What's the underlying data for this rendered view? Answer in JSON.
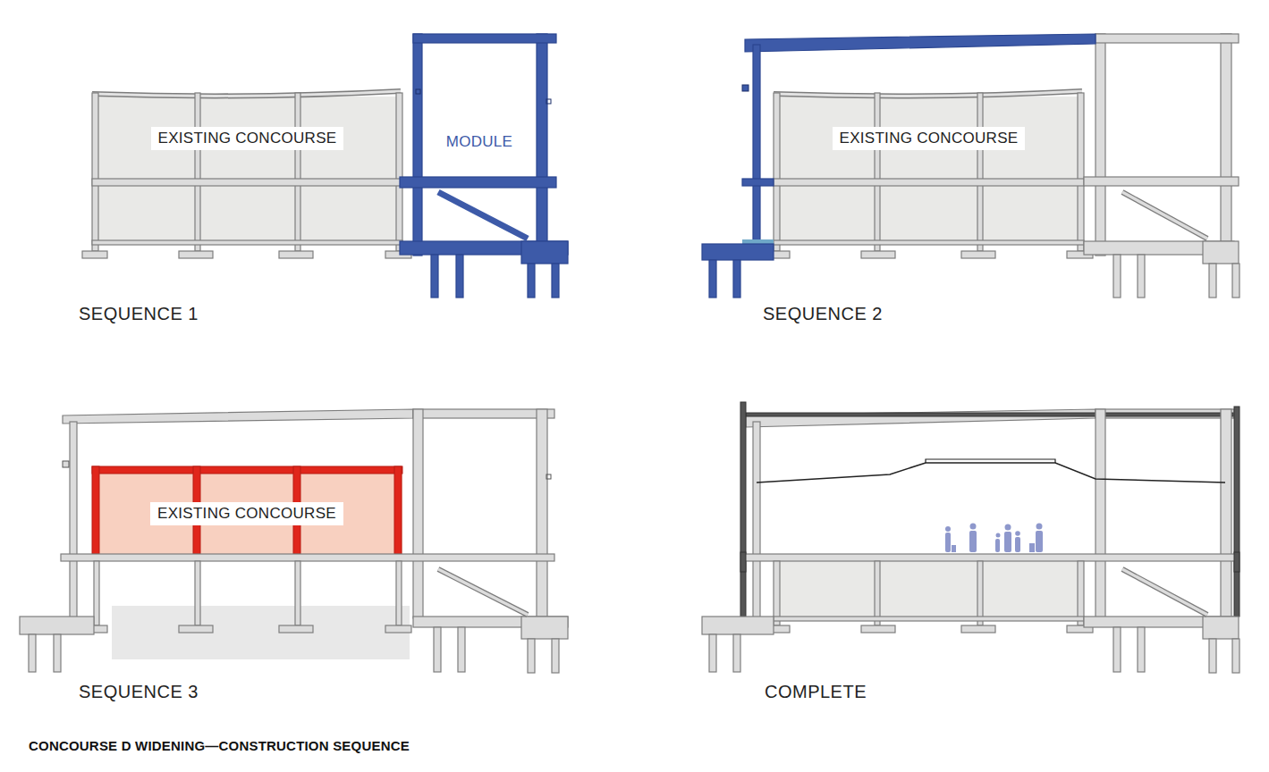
{
  "diagram": {
    "caption": "CONCOURSE D WIDENING—CONSTRUCTION SEQUENCE",
    "nodes": [
      {
        "text": [
          "EXISTING CONCOURSE"
        ]
      },
      {
        "text": [
          "MODULE"
        ]
      },
      {
        "text": [
          "EXISTING CONCOURSE"
        ]
      },
      {
        "text": [
          "EXISTING CONCOURSE"
        ]
      }
    ],
    "labels": [
      "SEQUENCE 1",
      "SEQUENCE 2",
      "SEQUENCE 3",
      "COMPLETE"
    ]
  }
}
